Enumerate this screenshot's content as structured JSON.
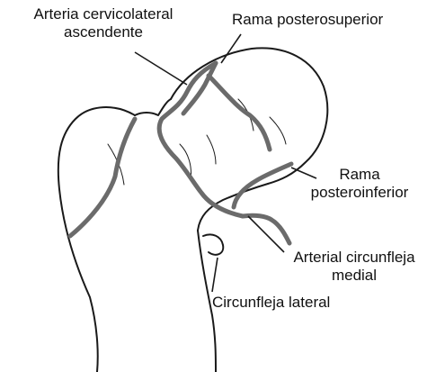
{
  "labels": {
    "cervicolateral_line1": "Arteria cervicolateral",
    "cervicolateral_line2": "ascendente",
    "posterosuperior": "Rama posterosuperior",
    "posteroinferior_line1": "Rama",
    "posteroinferior_line2": "posteroinferior",
    "circunfleja_medial_line1": "Arterial circunfleja",
    "circunfleja_medial_line2": "medial",
    "circunfleja_lateral": "Circunfleja lateral"
  },
  "colors": {
    "outline": "#1a1a1a",
    "vessel": "#6b6b6b",
    "background": "#ffffff"
  }
}
